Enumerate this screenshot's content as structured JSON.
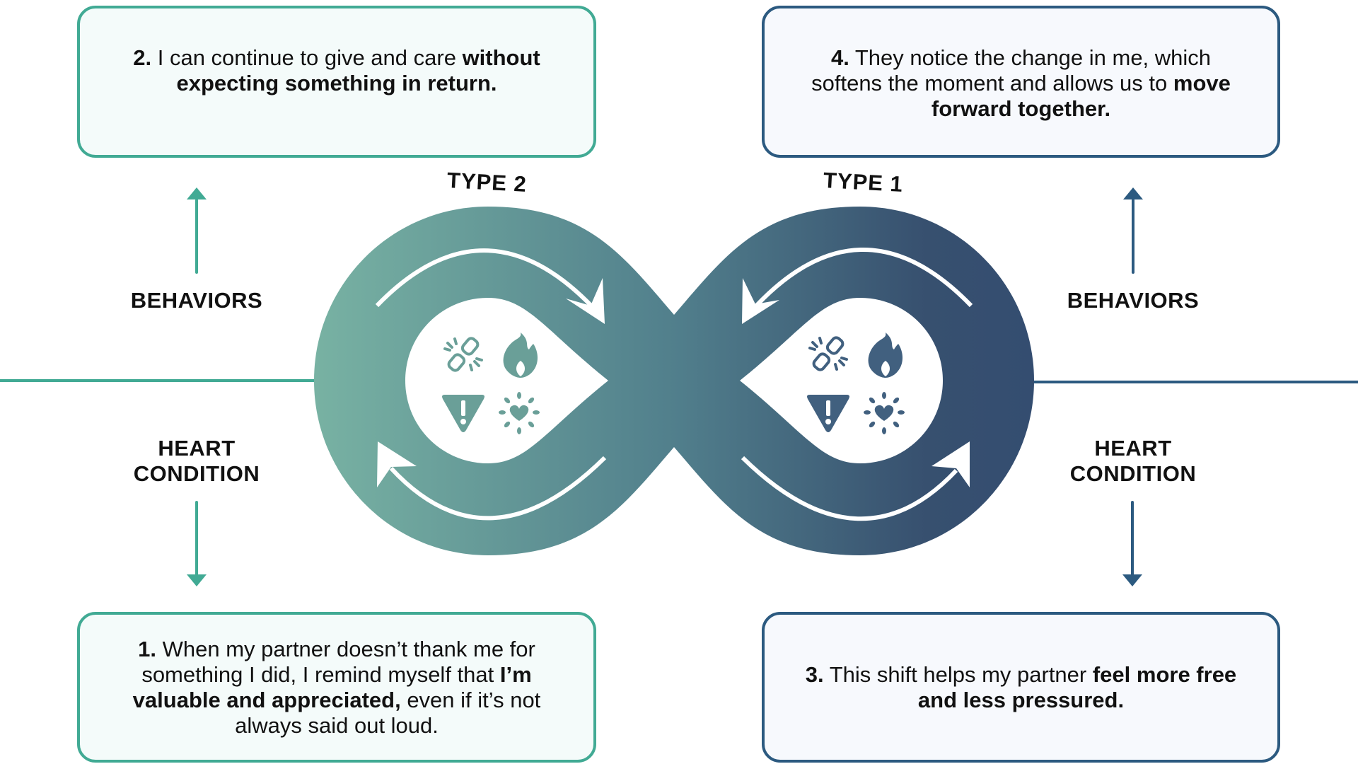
{
  "colors": {
    "teal": "#41AA94",
    "teal_light": "#78B2A3",
    "navy": "#2C5A80",
    "navy_dark": "#344D70",
    "text": "#111111"
  },
  "boxes": {
    "step2": {
      "number": "2.",
      "parts": [
        {
          "text": " I can continue to give and care ",
          "bold": false
        },
        {
          "text": "without expecting something in return.",
          "bold": true
        }
      ]
    },
    "step4": {
      "number": "4.",
      "parts": [
        {
          "text": " They notice the change in me, which softens the moment and allows us to ",
          "bold": false
        },
        {
          "text": "move forward together.",
          "bold": true
        }
      ]
    },
    "step1": {
      "number": "1.",
      "parts": [
        {
          "text": " When my partner doesn’t thank me for something I did, I remind myself that ",
          "bold": false
        },
        {
          "text": "I’m valuable and appreciated,",
          "bold": true
        },
        {
          "text": " even if it’s not always said out loud.",
          "bold": false
        }
      ]
    },
    "step3": {
      "number": "3.",
      "parts": [
        {
          "text": " This shift helps my partner ",
          "bold": false
        },
        {
          "text": "feel more free and less pressured.",
          "bold": true
        }
      ]
    }
  },
  "labels": {
    "behaviors_left": "BEHAVIORS",
    "behaviors_right": "BEHAVIORS",
    "heart_left": "HEART CONDITION",
    "heart_right": "HEART CONDITION",
    "type2": "TYPE 2",
    "type1": "TYPE 1"
  },
  "icons": {
    "left": [
      "broken-link-icon",
      "flame-icon",
      "warning-icon",
      "heart-burst-icon"
    ],
    "right": [
      "broken-link-icon",
      "flame-icon",
      "warning-icon",
      "heart-burst-icon"
    ]
  }
}
